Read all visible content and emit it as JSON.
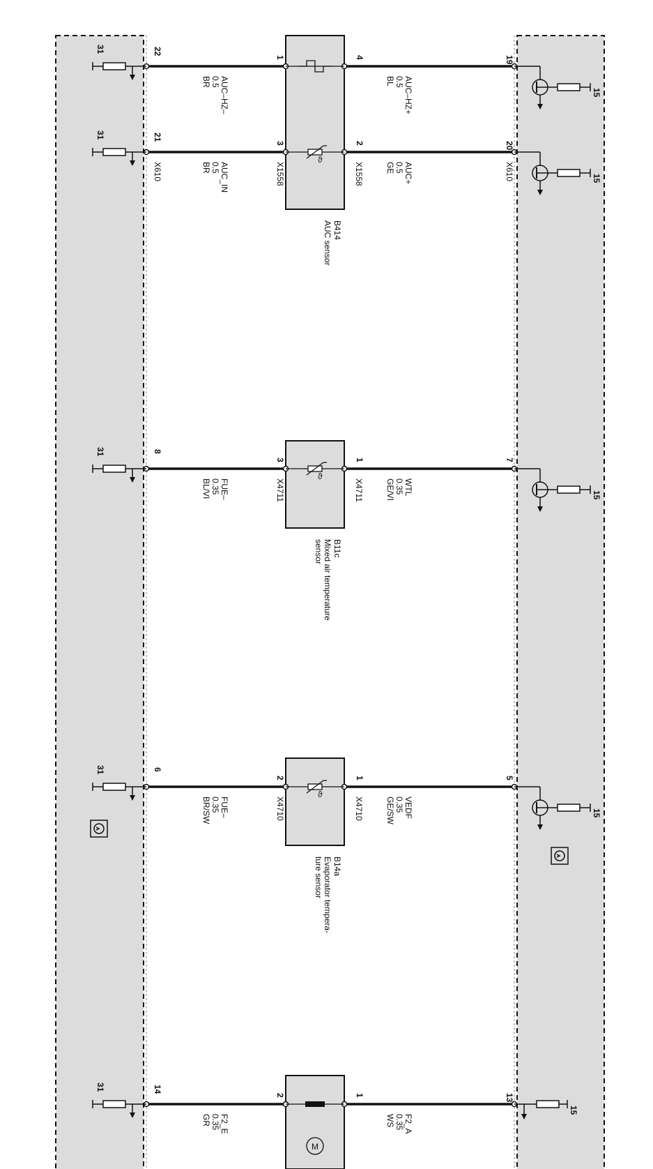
{
  "colors": {
    "module_fill": "#dcdcdc",
    "wire": "#111111",
    "background": "#ffffff"
  },
  "right_module": {
    "supply_label": "15"
  },
  "left_module": {
    "ground_label": "31"
  },
  "sensors": [
    {
      "id": "B414",
      "name": "AUC sensor",
      "icon": "heating-element-icon",
      "pairs": 2,
      "right_circuits": [
        {
          "module_pin": "19",
          "sensor_pin": "4",
          "signal": "AUC–HZ+",
          "size": "0.5",
          "color": "BL",
          "connector": ""
        },
        {
          "module_pin": "20",
          "sensor_pin": "2",
          "signal": "AUC+",
          "size": "0.5",
          "color": "GE",
          "connector": "X1558",
          "module_connector": "X610"
        }
      ],
      "left_circuits": [
        {
          "module_pin": "22",
          "sensor_pin": "1",
          "signal": "AUC–HZ–",
          "size": "0.5",
          "color": "BR",
          "connector": ""
        },
        {
          "module_pin": "21",
          "sensor_pin": "3",
          "signal": "AUC_IN",
          "size": "0.5",
          "color": "BR",
          "connector": "X1558",
          "module_connector": "X610"
        }
      ]
    },
    {
      "id": "B11c",
      "name": "Mixed air temperature sensor",
      "name_lines": [
        "Mixed air temperature",
        "sensor"
      ],
      "icon": "temperature-sensor-icon",
      "pairs": 1,
      "right_circuits": [
        {
          "module_pin": "7",
          "sensor_pin": "1",
          "signal": "WTL",
          "size": "0.35",
          "color": "GE/VI",
          "connector": "X4711"
        }
      ],
      "left_circuits": [
        {
          "module_pin": "8",
          "sensor_pin": "3",
          "signal": "FUE–",
          "size": "0.35",
          "color": "BL/VI",
          "connector": "X4711"
        }
      ]
    },
    {
      "id": "B14a",
      "name": "Evaporator temperature sensor",
      "name_lines": [
        "Evaporator tempera-",
        "ture sensor"
      ],
      "icon": "temperature-sensor-icon",
      "pairs": 1,
      "right_circuits": [
        {
          "module_pin": "5",
          "sensor_pin": "1",
          "signal": "VEDF",
          "size": "0.35",
          "color": "GE/SW",
          "connector": "X4710"
        }
      ],
      "left_circuits": [
        {
          "module_pin": "6",
          "sensor_pin": "2",
          "signal": "FUE–",
          "size": "0.35",
          "color": "BR/SW",
          "connector": "X4710"
        }
      ]
    },
    {
      "id": "",
      "name": "",
      "icon": "motor-icon",
      "pairs": 1,
      "right_circuits": [
        {
          "module_pin": "13",
          "sensor_pin": "1",
          "signal": "F2_A",
          "size": "0.35",
          "color": "WS",
          "connector": ""
        }
      ],
      "left_circuits": [
        {
          "module_pin": "14",
          "sensor_pin": "2",
          "signal": "F2_E",
          "size": "0.35",
          "color": "GR",
          "connector": ""
        }
      ]
    }
  ],
  "shield_icons": [
    "shield-symbol-icon",
    "shield-symbol-icon"
  ]
}
